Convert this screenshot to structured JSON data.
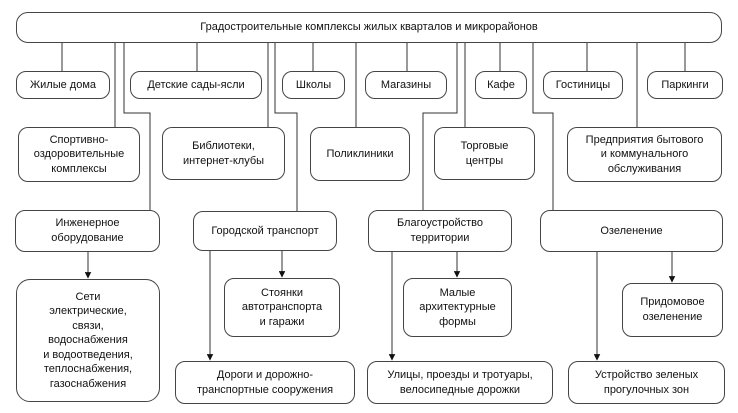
{
  "diagram": {
    "type": "hierarchy-flowchart",
    "language": "ru"
  },
  "colors": {
    "page_background": "#ffffff",
    "box_background": "#ffffff",
    "box_border": "#454545",
    "connector_line": "#333333",
    "text": "#111111"
  },
  "nodes": [
    {
      "id": "root",
      "level": 1,
      "label": "Градостроительные комплексы жилых кварталов и микрорайонов"
    },
    {
      "id": "homes",
      "level": 2,
      "label": "Жилые дома"
    },
    {
      "id": "kindergartens",
      "level": 2,
      "label": "Детские сады-ясли"
    },
    {
      "id": "schools",
      "level": 2,
      "label": "Школы"
    },
    {
      "id": "shops",
      "level": 2,
      "label": "Магазины"
    },
    {
      "id": "cafes",
      "level": 2,
      "label": "Кафе"
    },
    {
      "id": "hotels",
      "level": 2,
      "label": "Гостиницы"
    },
    {
      "id": "parking",
      "level": 2,
      "label": "Паркинги"
    },
    {
      "id": "sports",
      "level": 3,
      "label": "Спортивно-\nоздоровительные\nкомплексы"
    },
    {
      "id": "libraries",
      "level": 3,
      "label": "Библиотеки,\nинтернет-клубы"
    },
    {
      "id": "clinics",
      "level": 3,
      "label": "Поликлиники"
    },
    {
      "id": "malls",
      "level": 3,
      "label": "Торговые\nцентры"
    },
    {
      "id": "services",
      "level": 3,
      "label": "Предприятия бытового\nи коммунального\nобслуживания"
    },
    {
      "id": "engineering",
      "level": 4,
      "label": "Инженерное\nоборудование"
    },
    {
      "id": "transport",
      "level": 4,
      "label": "Городской транспорт"
    },
    {
      "id": "landscaping",
      "level": 4,
      "label": "Благоустройство\nтерритории"
    },
    {
      "id": "greening",
      "level": 4,
      "label": "Озеленение"
    },
    {
      "id": "networks",
      "level": 5,
      "label": "Сети\nэлектрические,\nсвязи,\nводоснабжения\nи водоотведения,\nтеплоснабжения,\nгазоснабжения"
    },
    {
      "id": "parking-garages",
      "level": 5,
      "label": "Стоянки\nавтотранспорта\nи гаражи"
    },
    {
      "id": "small-forms",
      "level": 5,
      "label": "Малые\nархитектурные\nформы"
    },
    {
      "id": "yard-greening",
      "level": 5,
      "label": "Придомовое\nозеленение"
    },
    {
      "id": "roads",
      "level": 5,
      "label": "Дороги и дорожно-\nтранспортные сооружения"
    },
    {
      "id": "streets",
      "level": 5,
      "label": "Улицы, проезды и тротуары,\nвелосипедные дорожки"
    },
    {
      "id": "green-zones",
      "level": 5,
      "label": "Устройство зеленых\nпрогулочных зон"
    }
  ],
  "edges": [
    {
      "from": "root",
      "to": "homes"
    },
    {
      "from": "root",
      "to": "kindergartens"
    },
    {
      "from": "root",
      "to": "schools"
    },
    {
      "from": "root",
      "to": "shops"
    },
    {
      "from": "root",
      "to": "cafes"
    },
    {
      "from": "root",
      "to": "hotels"
    },
    {
      "from": "root",
      "to": "parking"
    },
    {
      "from": "root",
      "to": "sports"
    },
    {
      "from": "root",
      "to": "libraries"
    },
    {
      "from": "root",
      "to": "clinics"
    },
    {
      "from": "root",
      "to": "malls"
    },
    {
      "from": "root",
      "to": "services"
    },
    {
      "from": "root",
      "to": "engineering"
    },
    {
      "from": "root",
      "to": "transport"
    },
    {
      "from": "root",
      "to": "landscaping"
    },
    {
      "from": "root",
      "to": "greening"
    },
    {
      "from": "engineering",
      "to": "networks",
      "arrow": true
    },
    {
      "from": "transport",
      "to": "parking-garages",
      "arrow": true
    },
    {
      "from": "transport",
      "to": "roads",
      "arrow": true
    },
    {
      "from": "landscaping",
      "to": "small-forms",
      "arrow": true
    },
    {
      "from": "landscaping",
      "to": "streets",
      "arrow": true
    },
    {
      "from": "greening",
      "to": "yard-greening",
      "arrow": true
    },
    {
      "from": "greening",
      "to": "green-zones",
      "arrow": true
    }
  ]
}
